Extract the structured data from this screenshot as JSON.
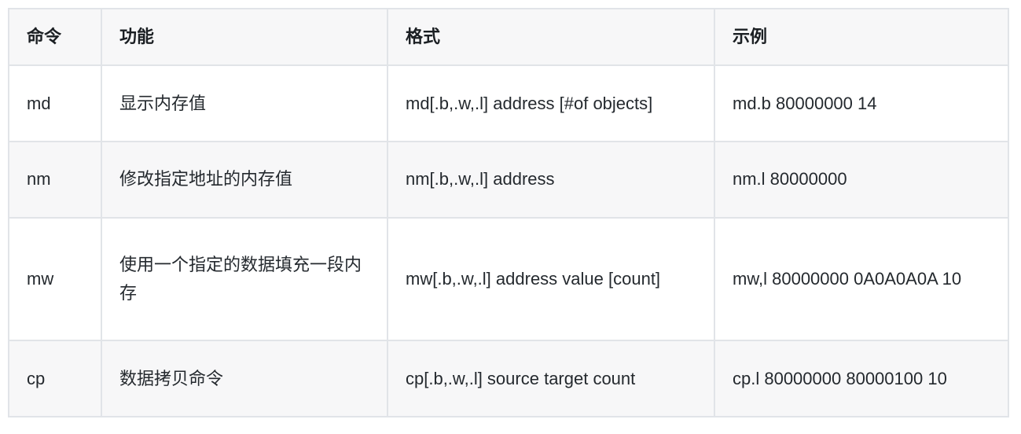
{
  "table": {
    "name": "uboot-memory-command-reference",
    "columns": [
      {
        "key": "command",
        "header": "命令"
      },
      {
        "key": "function",
        "header": "功能"
      },
      {
        "key": "format",
        "header": "格式"
      },
      {
        "key": "example",
        "header": "示例"
      }
    ],
    "headers": {
      "command": "命令",
      "function": "功能",
      "format": "格式",
      "example": "示例"
    },
    "rows": [
      {
        "command": "md",
        "function": "显示内存值",
        "format": "md[.b,.w,.l] address [#of objects]",
        "example": "md.b 80000000 14"
      },
      {
        "command": "nm",
        "function": "修改指定地址的内存值",
        "format": "nm[.b,.w,.l] address",
        "example": "nm.l 80000000"
      },
      {
        "command": "mw",
        "function": "使用一个指定的数据填充一段内存",
        "format": "mw[.b,.w,.l] address value [count]",
        "example": "mw,l 80000000 0A0A0A0A 10"
      },
      {
        "command": "cp",
        "function": "数据拷贝命令",
        "format": "cp[.b,.w,.l] source target count",
        "example": "cp.l 80000000 80000100 10"
      }
    ]
  },
  "style": {
    "header_background": "#f7f7f8",
    "stripe_background": "#f7f7f8",
    "row_background": "#ffffff",
    "border_color": "#e1e4e8",
    "text_color": "#24292e",
    "page_background": "#ffffff"
  }
}
